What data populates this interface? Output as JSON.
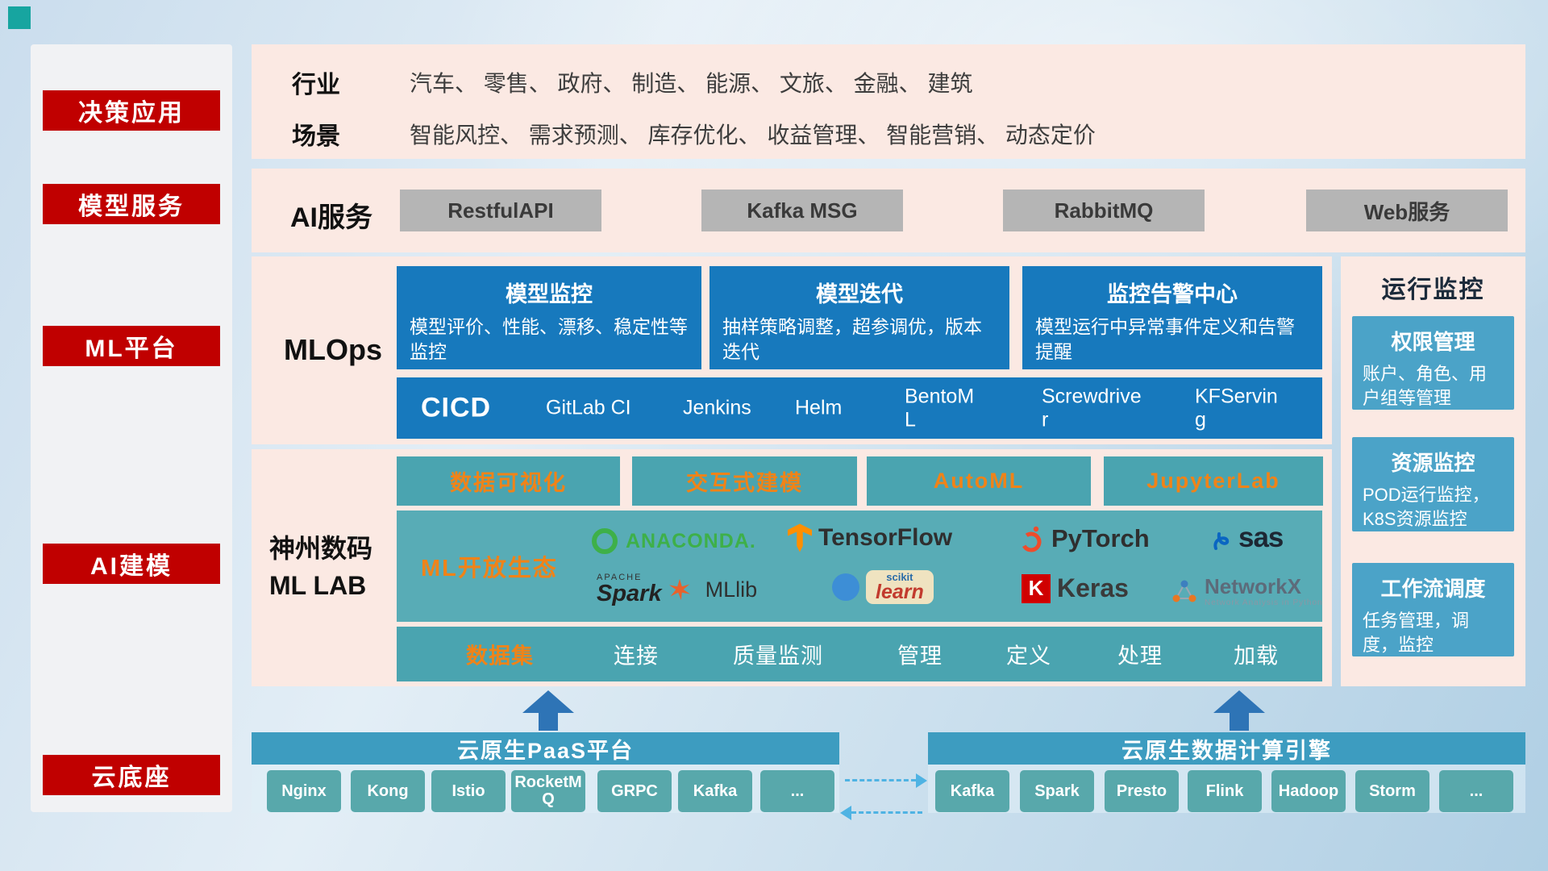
{
  "colors": {
    "red_badge": "#c00000",
    "pink_panel": "#fbe9e3",
    "blue_card": "#1779bd",
    "teal_button": "#4aa4b0",
    "orange_accent": "#f08318",
    "gray_button": "#b5b5b5",
    "monitor_card": "#4ba3c8",
    "cloud_bar": "#3d9cc0",
    "cloud_button": "#58a8ab",
    "arrow_blue": "#2e74b6"
  },
  "sidebar": {
    "items": [
      "决策应用",
      "模型服务",
      "ML平台",
      "AI建模",
      "云底座"
    ]
  },
  "business": {
    "industry_label": "行业",
    "industry_value": "汽车、 零售、 政府、 制造、 能源、 文旅、 金融、 建筑",
    "scenario_label": "场景",
    "scenario_value": "智能风控、 需求预测、 库存优化、 收益管理、 智能营销、 动态定价"
  },
  "ai_service": {
    "label": "AI服务",
    "buttons": [
      "RestfulAPI",
      "Kafka MSG",
      "RabbitMQ",
      "Web服务"
    ]
  },
  "mlops": {
    "label": "MLOps",
    "cards": [
      {
        "title": "模型监控",
        "desc": "模型评价、性能、漂移、稳定性等监控"
      },
      {
        "title": "模型迭代",
        "desc": "抽样策略调整，超参调优，版本迭代"
      },
      {
        "title": "监控告警中心",
        "desc": "模型运行中异常事件定义和告警提醒"
      }
    ],
    "cicd_title": "CICD",
    "cicd_items": [
      "GitLab CI",
      "Jenkins",
      "Helm",
      "BentoML",
      "Screwdriver",
      "KFServing"
    ]
  },
  "monitoring": {
    "title": "运行监控",
    "cards": [
      {
        "title": "权限管理",
        "desc": "账户、角色、用户组等管理"
      },
      {
        "title": "资源监控",
        "desc": "POD运行监控，K8S资源监控"
      },
      {
        "title": "工作流调度",
        "desc": "任务管理，调度，监控"
      }
    ]
  },
  "mllab": {
    "label_line1": "神州数码",
    "label_line2": "ML LAB",
    "tools": [
      "数据可视化",
      "交互式建模",
      "AutoML",
      "JupyterLab"
    ],
    "eco_label": "ML开放生态",
    "logos": {
      "anaconda": "ANACONDA.",
      "tensorflow": "TensorFlow",
      "pytorch": "PyTorch",
      "sas": "sas",
      "spark_apache": "APACHE",
      "spark": "Spark",
      "mllib": "MLlib",
      "scikit": "scikit",
      "learn": "learn",
      "keras_k": "K",
      "keras": "Keras",
      "networkx": "NetworkX",
      "networkx_sub": "Network Analysis in Python"
    },
    "dataset": {
      "label": "数据集",
      "items": [
        "连接",
        "质量监测",
        "管理",
        "定义",
        "处理",
        "加载"
      ]
    }
  },
  "cloud": {
    "paas_title": "云原生PaaS平台",
    "paas_items": [
      "Nginx",
      "Kong",
      "Istio",
      "RocketMQ",
      "GRPC",
      "Kafka",
      "..."
    ],
    "engine_title": "云原生数据计算引擎",
    "engine_items": [
      "Kafka",
      "Spark",
      "Presto",
      "Flink",
      "Hadoop",
      "Storm",
      "..."
    ]
  }
}
